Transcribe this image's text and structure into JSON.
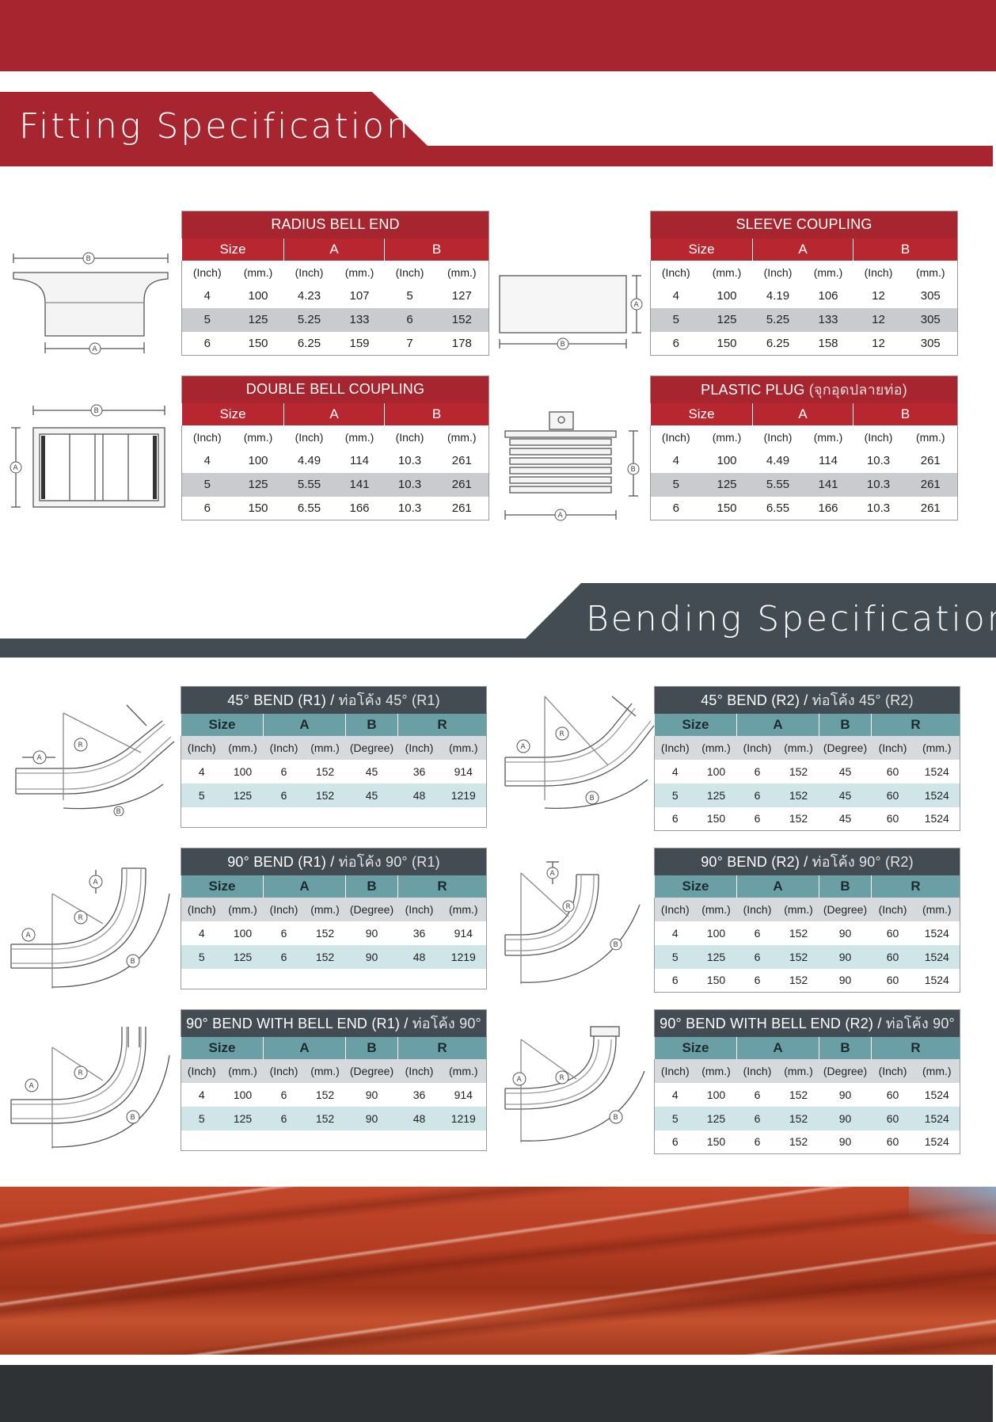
{
  "fitting_title": "Fitting Specification",
  "bending_title": "Bending Specification",
  "fitting_tables": [
    {
      "title": "RADIUS BELL END",
      "headers": [
        "Size",
        "A",
        "B"
      ],
      "subheaders": [
        "(Inch)",
        "(mm.)",
        "(Inch)",
        "(mm.)",
        "(Inch)",
        "(mm.)"
      ],
      "rows": [
        [
          "4",
          "100",
          "4.23",
          "107",
          "5",
          "127"
        ],
        [
          "5",
          "125",
          "5.25",
          "133",
          "6",
          "152"
        ],
        [
          "6",
          "150",
          "6.25",
          "159",
          "7",
          "178"
        ]
      ]
    },
    {
      "title": "SLEEVE COUPLING",
      "headers": [
        "Size",
        "A",
        "B"
      ],
      "subheaders": [
        "(Inch)",
        "(mm.)",
        "(Inch)",
        "(mm.)",
        "(Inch)",
        "(mm.)"
      ],
      "rows": [
        [
          "4",
          "100",
          "4.19",
          "106",
          "12",
          "305"
        ],
        [
          "5",
          "125",
          "5.25",
          "133",
          "12",
          "305"
        ],
        [
          "6",
          "150",
          "6.25",
          "158",
          "12",
          "305"
        ]
      ]
    },
    {
      "title": "DOUBLE BELL COUPLING",
      "headers": [
        "Size",
        "A",
        "B"
      ],
      "subheaders": [
        "(Inch)",
        "(mm.)",
        "(Inch)",
        "(mm.)",
        "(Inch)",
        "(mm.)"
      ],
      "rows": [
        [
          "4",
          "100",
          "4.49",
          "114",
          "10.3",
          "261"
        ],
        [
          "5",
          "125",
          "5.55",
          "141",
          "10.3",
          "261"
        ],
        [
          "6",
          "150",
          "6.55",
          "166",
          "10.3",
          "261"
        ]
      ]
    },
    {
      "title": "PLASTIC PLUG",
      "title_thai": "(จุกอุดปลายท่อ)",
      "headers": [
        "Size",
        "A",
        "B"
      ],
      "subheaders": [
        "(Inch)",
        "(mm.)",
        "(Inch)",
        "(mm.)",
        "(Inch)",
        "(mm.)"
      ],
      "rows": [
        [
          "4",
          "100",
          "4.49",
          "114",
          "10.3",
          "261"
        ],
        [
          "5",
          "125",
          "5.55",
          "141",
          "10.3",
          "261"
        ],
        [
          "6",
          "150",
          "6.55",
          "166",
          "10.3",
          "261"
        ]
      ]
    }
  ],
  "bending_tables": [
    {
      "title": "45° BEND (R1)",
      "title_thai": "ท่อโค้ง 45° (R1)",
      "headers": [
        "Size",
        "A",
        "B",
        "R"
      ],
      "subheaders": [
        "(Inch)",
        "(mm.)",
        "(Inch)",
        "(mm.)",
        "(Degree)",
        "(Inch)",
        "(mm.)"
      ],
      "rows": [
        [
          "4",
          "100",
          "6",
          "152",
          "45",
          "36",
          "914"
        ],
        [
          "5",
          "125",
          "6",
          "152",
          "45",
          "48",
          "1219"
        ]
      ]
    },
    {
      "title": "45° BEND (R2)",
      "title_thai": "ท่อโค้ง 45° (R2)",
      "headers": [
        "Size",
        "A",
        "B",
        "R"
      ],
      "subheaders": [
        "(Inch)",
        "(mm.)",
        "(Inch)",
        "(mm.)",
        "(Degree)",
        "(Inch)",
        "(mm.)"
      ],
      "rows": [
        [
          "4",
          "100",
          "6",
          "152",
          "45",
          "60",
          "1524"
        ],
        [
          "5",
          "125",
          "6",
          "152",
          "45",
          "60",
          "1524"
        ],
        [
          "6",
          "150",
          "6",
          "152",
          "45",
          "60",
          "1524"
        ]
      ]
    },
    {
      "title": "90° BEND (R1)",
      "title_thai": "ท่อโค้ง 90° (R1)",
      "headers": [
        "Size",
        "A",
        "B",
        "R"
      ],
      "subheaders": [
        "(Inch)",
        "(mm.)",
        "(Inch)",
        "(mm.)",
        "(Degree)",
        "(Inch)",
        "(mm.)"
      ],
      "rows": [
        [
          "4",
          "100",
          "6",
          "152",
          "90",
          "36",
          "914"
        ],
        [
          "5",
          "125",
          "6",
          "152",
          "90",
          "48",
          "1219"
        ]
      ]
    },
    {
      "title": "90° BEND (R2)",
      "title_thai": "ท่อโค้ง 90° (R2)",
      "headers": [
        "Size",
        "A",
        "B",
        "R"
      ],
      "subheaders": [
        "(Inch)",
        "(mm.)",
        "(Inch)",
        "(mm.)",
        "(Degree)",
        "(Inch)",
        "(mm.)"
      ],
      "rows": [
        [
          "4",
          "100",
          "6",
          "152",
          "90",
          "60",
          "1524"
        ],
        [
          "5",
          "125",
          "6",
          "152",
          "90",
          "60",
          "1524"
        ],
        [
          "6",
          "150",
          "6",
          "152",
          "90",
          "60",
          "1524"
        ]
      ]
    },
    {
      "title": "90° BEND WITH BELL END (R1)",
      "title_thai": "ท่อโค้ง 90°",
      "headers": [
        "Size",
        "A",
        "B",
        "R"
      ],
      "subheaders": [
        "(Inch)",
        "(mm.)",
        "(Inch)",
        "(mm.)",
        "(Degree)",
        "(Inch)",
        "(mm.)"
      ],
      "rows": [
        [
          "4",
          "100",
          "6",
          "152",
          "90",
          "36",
          "914"
        ],
        [
          "5",
          "125",
          "6",
          "152",
          "90",
          "48",
          "1219"
        ]
      ]
    },
    {
      "title": "90° BEND WITH BELL END (R2)",
      "title_thai": "ท่อโค้ง 90°",
      "headers": [
        "Size",
        "A",
        "B",
        "R"
      ],
      "subheaders": [
        "(Inch)",
        "(mm.)",
        "(Inch)",
        "(mm.)",
        "(Degree)",
        "(Inch)",
        "(mm.)"
      ],
      "rows": [
        [
          "4",
          "100",
          "6",
          "152",
          "90",
          "60",
          "1524"
        ],
        [
          "5",
          "125",
          "6",
          "152",
          "90",
          "60",
          "1524"
        ],
        [
          "6",
          "150",
          "6",
          "152",
          "90",
          "60",
          "1524"
        ]
      ]
    }
  ],
  "diagram_labels": {
    "a": "A",
    "b": "B",
    "r": "R"
  },
  "colors": {
    "brand_red": "#a7252f",
    "slate": "#434c53",
    "teal": "#6a9fa6",
    "dark_band": "#2f3234"
  }
}
